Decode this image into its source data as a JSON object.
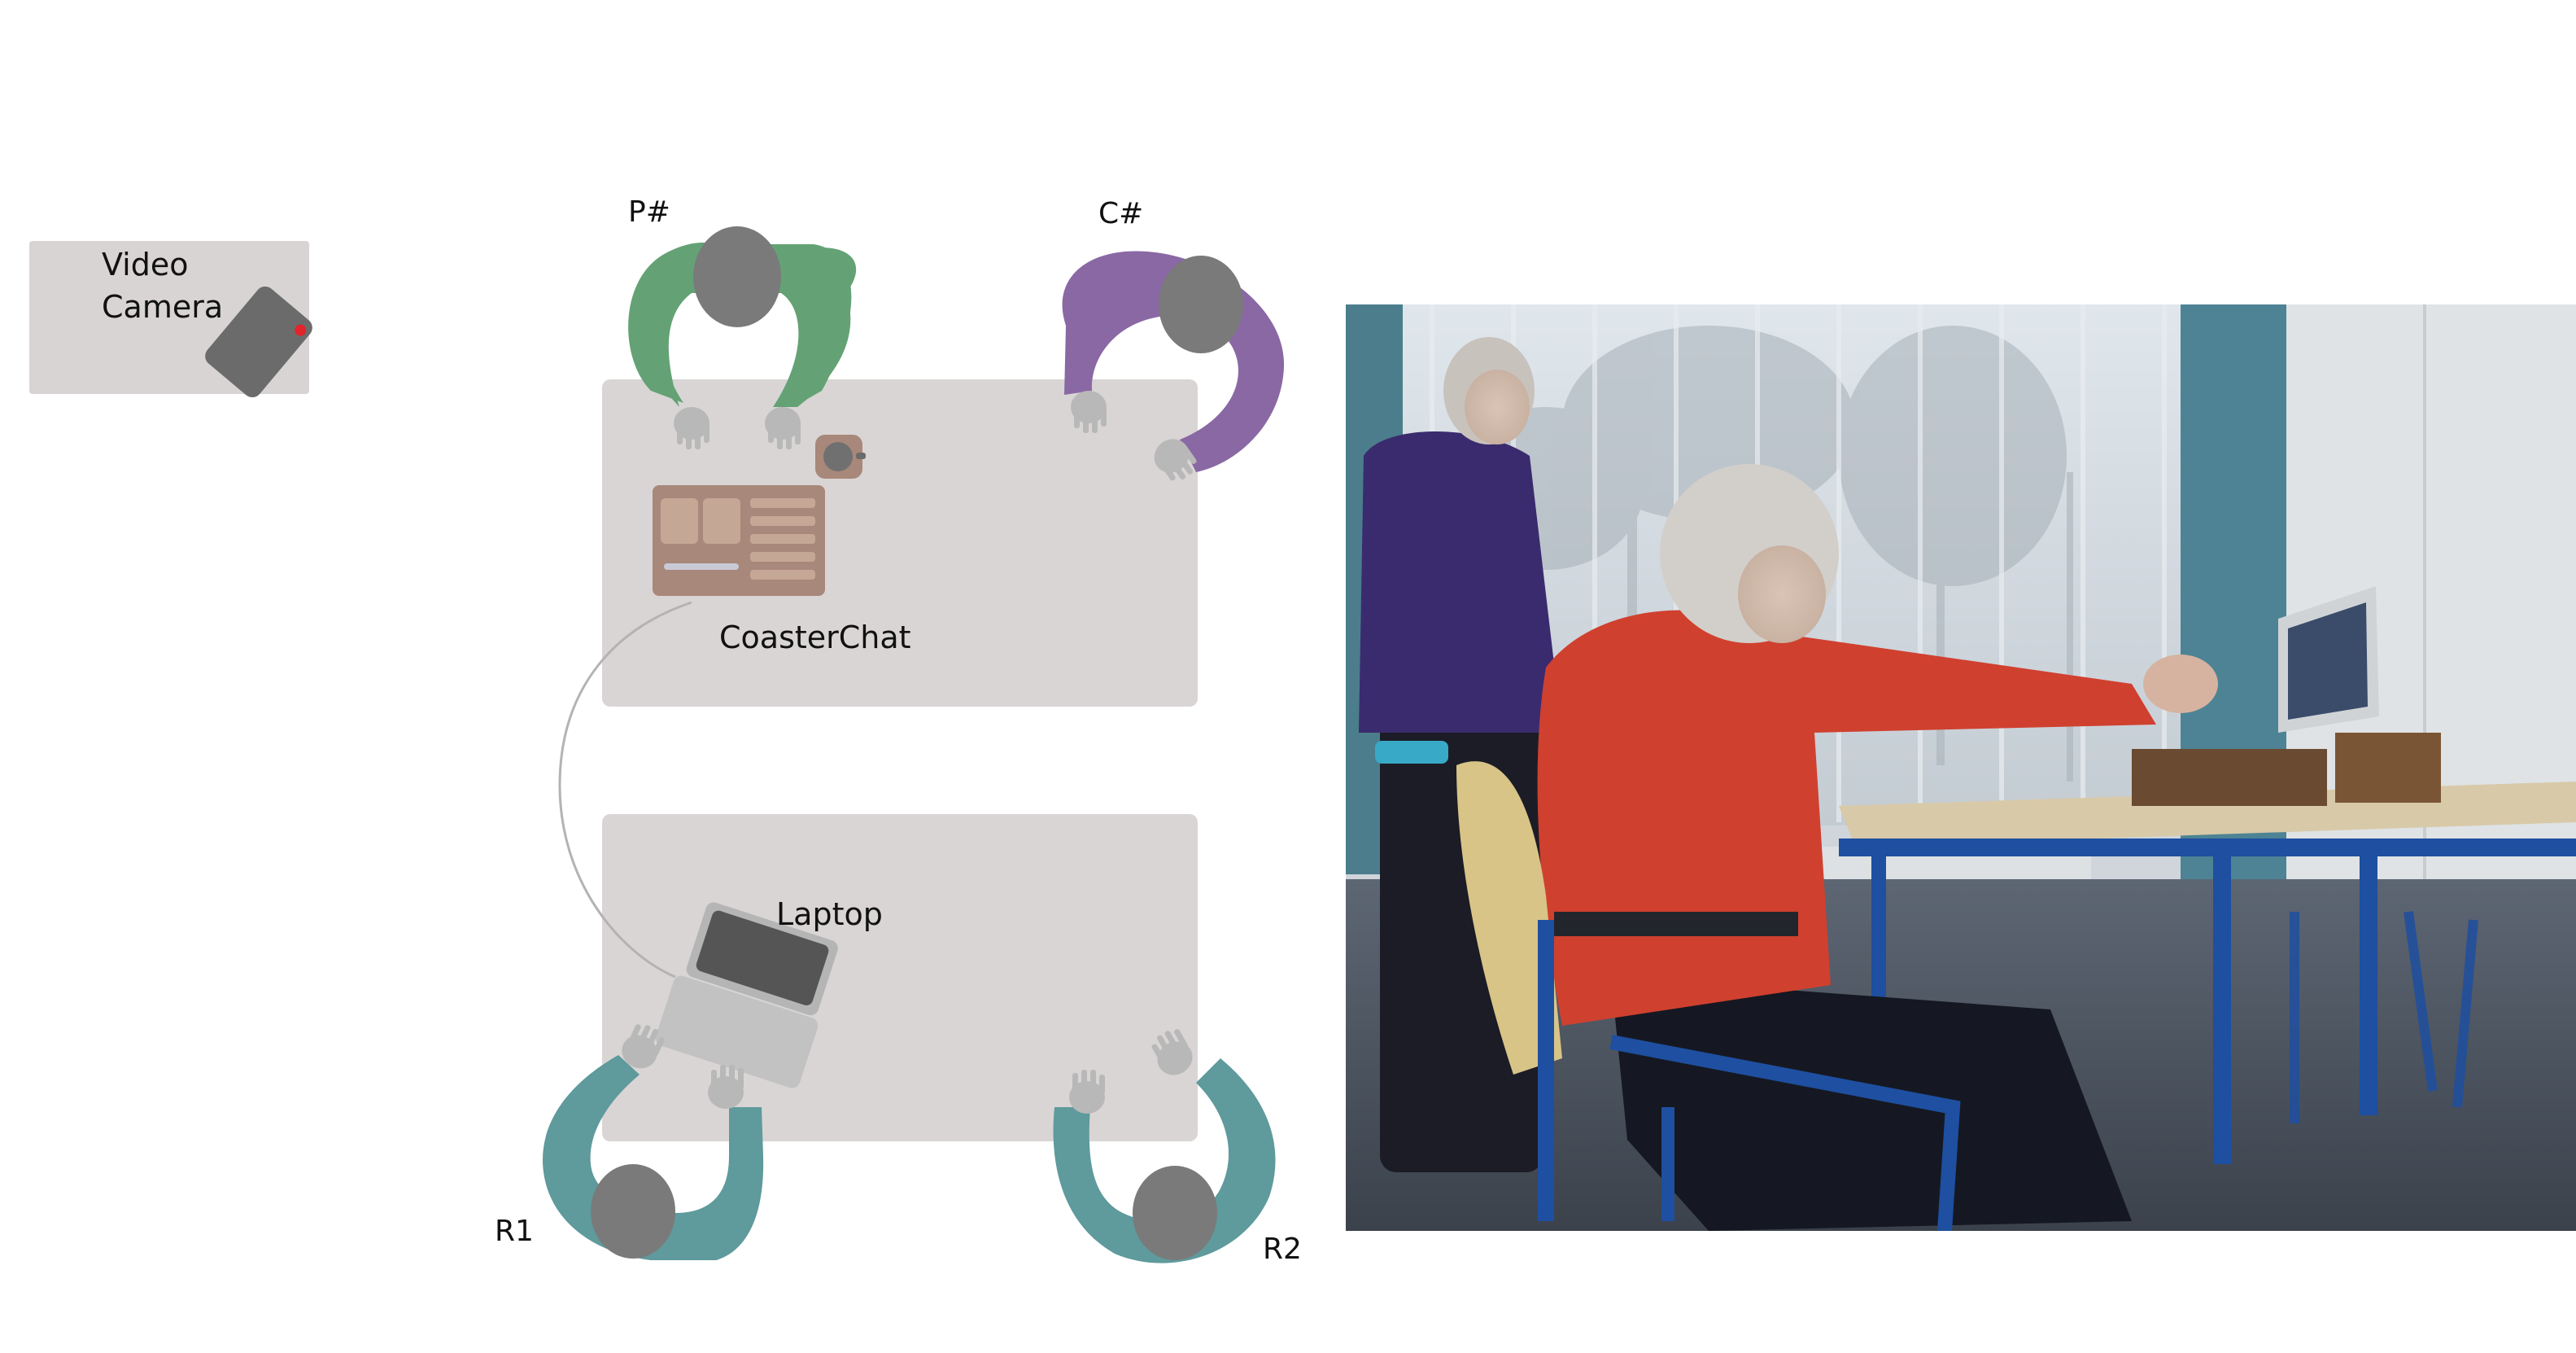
{
  "labels": {
    "video_camera_line1": "Video",
    "video_camera_line2": "Camera",
    "participant": "P#",
    "companion": "C#",
    "researcher1": "R1",
    "researcher2": "R2",
    "coasterchat": "CoasterChat",
    "laptop": "Laptop"
  },
  "colors": {
    "table": "#d9d5d4",
    "camera_box": "#d8d4d3",
    "camera_body": "#6b6b6b",
    "camera_led": "#e3242b",
    "head": "#7a7a7a",
    "hands": "#b8b8b8",
    "participant_green": "#64a275",
    "companion_purple": "#8a68a4",
    "researcher_teal": "#5f9a9c",
    "device_brown": "#a8887a",
    "device_tile": "#c4a795",
    "laptop_screen": "#555555",
    "laptop_body": "#b5b5b5",
    "cable": "#b3b3b3"
  },
  "photo": {
    "description_icon": "photo-classroom-scene"
  }
}
